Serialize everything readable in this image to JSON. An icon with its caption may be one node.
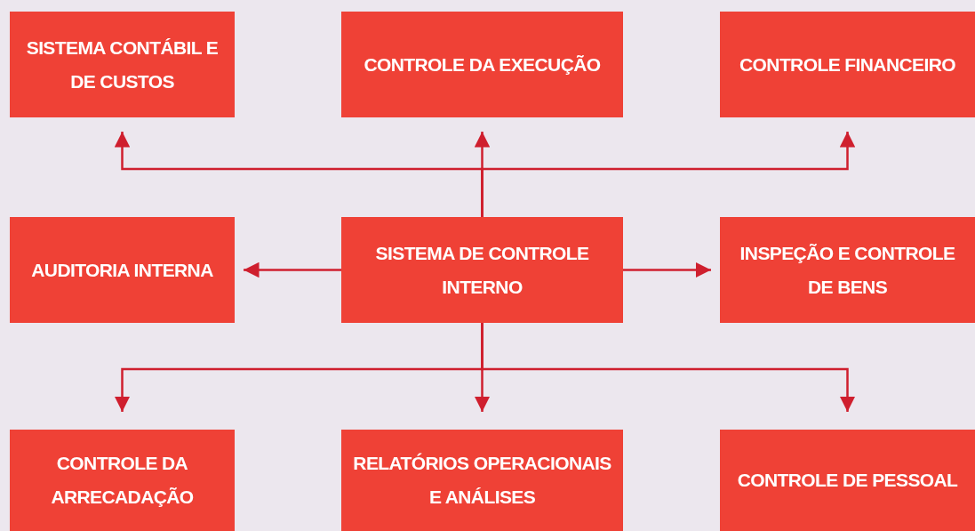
{
  "diagram": {
    "nodes": [
      {
        "text": [
          "SISTEMA CONTÁBIL E DE CUSTOS"
        ]
      },
      {
        "text": [
          "CONTROLE DA EXECUÇÃO"
        ]
      },
      {
        "text": [
          "CONTROLE FINANCEIRO"
        ]
      },
      {
        "text": [
          "AUDITORIA INTERNA"
        ]
      },
      {
        "text": [
          "SISTEMA DE CONTROLE INTERNO"
        ]
      },
      {
        "text": [
          "INSPEÇÃO E CONTROLE DE BENS"
        ]
      },
      {
        "text": [
          "CONTROLE DA ARRECADAÇÃO"
        ]
      },
      {
        "text": [
          "RELATÓRIOS OPERACIONAIS E ANÁLISES"
        ]
      },
      {
        "text": [
          "CONTROLE DE PESSOAL"
        ]
      }
    ],
    "edges": [
      {
        "from": 4,
        "to": 0,
        "arrow": "to"
      },
      {
        "from": 4,
        "to": 1,
        "arrow": "to"
      },
      {
        "from": 4,
        "to": 2,
        "arrow": "to"
      },
      {
        "from": 4,
        "to": 3,
        "arrow": "to"
      },
      {
        "from": 4,
        "to": 5,
        "arrow": "to"
      },
      {
        "from": 4,
        "to": 6,
        "arrow": "to"
      },
      {
        "from": 4,
        "to": 7,
        "arrow": "to"
      },
      {
        "from": 4,
        "to": 8,
        "arrow": "to"
      }
    ]
  }
}
